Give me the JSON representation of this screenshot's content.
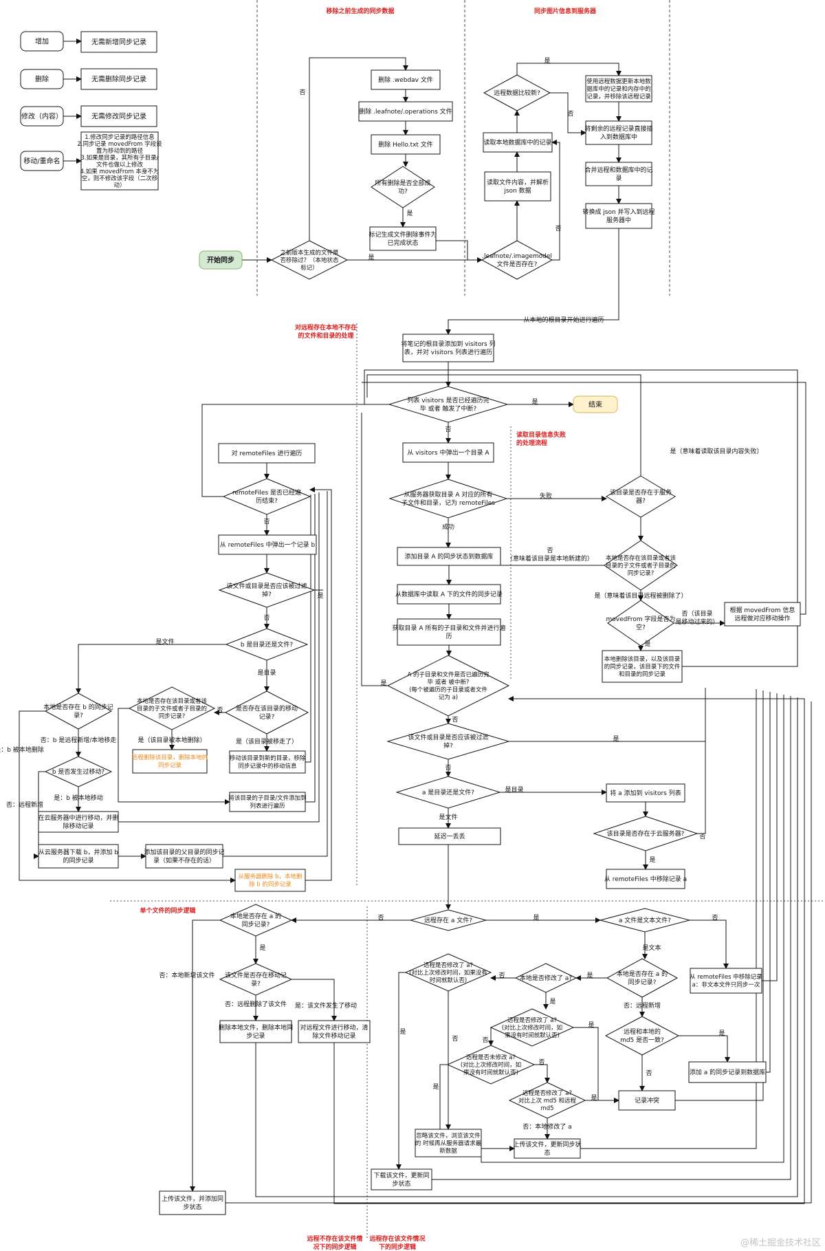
{
  "colors": {
    "line": "#111111",
    "red": "#d91f1f",
    "orange": "#e8891b",
    "start_fill": "#d5e8d4",
    "start_stroke": "#82b366",
    "end_fill": "#fff2cc",
    "end_stroke": "#d6b656"
  },
  "sections": {
    "remove_prev": "移除之前生成的同步数据",
    "sync_img": "同步图片信息到服务器",
    "remote_only": [
      "对远程存在本地不存在",
      "的文件和目录的处理"
    ],
    "read_fail": [
      "读取目录信息失败",
      "的处理流程"
    ],
    "single_file": "单个文件的同步逻辑",
    "bottom_left": [
      "远程不存在该文件情",
      "况下的同步逻辑"
    ],
    "bottom_right": [
      "远程存在该文件情况",
      "下的同步逻辑"
    ]
  },
  "legend": {
    "add": "增加",
    "add_r": "无需新增同步记录",
    "del": "删除",
    "del_r": "无需删除同步记录",
    "mod": "修改（内容）",
    "mod_r": "无需修改同步记录",
    "mv": "移动/重命名",
    "mv_r": [
      "1.修改同步记录的路径信息",
      "2.同步记录 movedFrom 字段设",
      "置为移动到的路径",
      "3.如果是目录，其所有子目录/",
      "文件也做以上修改",
      "4.如果 movedFrom 本身不为",
      "空，则不修改该字段（二次移",
      "动）"
    ]
  },
  "top": {
    "start": "开始同步",
    "old_cleared": [
      "之前版本生成的文件是",
      "否移除过？（本地状态",
      "标记）"
    ],
    "del_webdav": "删除 .webdav 文件",
    "del_ops": "删除 .leafnote/.operations 文件",
    "del_hello": "删除 Hello.txt 文件",
    "all_deleted": [
      "所有删除是否全部成",
      "功?"
    ],
    "mark_done": [
      "标记生成文件删除事件为",
      "已完成状态"
    ],
    "imagemodel_q": [
      ".leafnote/.imagemodel",
      "文件是否存在?"
    ],
    "read_file": [
      "读取文件内容，并解析",
      "json 数据"
    ],
    "read_local": "读取本地数据库中的记录",
    "remote_cmp": "远程数据比较新?",
    "use_remote": [
      "使用远程数据更新本地数",
      "据库中的记录和内存中的",
      "记录，并移除该远程记录"
    ],
    "insert_rest": [
      "将剩余的远程记录直接插",
      "入到数据库中"
    ],
    "merge": [
      "合并远程和数据库中的记",
      "录"
    ],
    "to_json": [
      "转换成 json 并写入到远程",
      "服务器中"
    ],
    "traverse_root": "从本地的根目录开始进行遍历"
  },
  "mid": {
    "add_root": [
      "将笔记的根目录添加到 visitors 列",
      "表，并对 visitors 列表进行遍历"
    ],
    "visitors_done": [
      "列表 visitors 是否已经遍历完",
      "毕 或者 触发了中断?"
    ],
    "end": "结束",
    "pop_dir": "从 visitors 中弹出一个目录 A",
    "fetch_remote": [
      "从服务器获取目录 A 对应的所有",
      "子文件和目录，记为 remoteFiles"
    ],
    "add_sync_a": "添加目录 A 的同步状态到数据库",
    "read_sync_a": "从数据库中读取 A 下的文件的同步记录",
    "get_children": [
      "获取目录 A 所有的子目录和文件并进行遍",
      "历"
    ],
    "children_done": [
      "A 的子目录和文件是否已遍历完",
      "毕 或者 被中断?",
      "(每个被遍历的子目录或者文件",
      "记为 a)"
    ],
    "filter_a": [
      "该文件或目录是否应该被过滤",
      "掉?"
    ],
    "a_is_dir": "a 是目录还是文件?",
    "add_visitors": "将 a 添加到 visitors 列表",
    "a_on_server": "该目录是否存在于云服务器?",
    "remove_remote_a": "从 remoteFiles 中移除记录 a",
    "delay_drop": "延迟一丢丢",
    "dir_on_server": [
      "该目录是否存在于服务",
      "器?"
    ],
    "local_has_rec": [
      "本地是否存在该目录或者该",
      "目录的子文件或者子目录的",
      "同步记录?"
    ],
    "moved_empty": [
      "movedFrom 字段是否为",
      "空?"
    ],
    "do_move": [
      "根据 movedFrom 信息",
      "远程做对应移动操作"
    ],
    "local_delete": [
      "本地删除该目录，以及该目录",
      "的同步记录，该目录下的文件",
      "和目录的同步记录"
    ]
  },
  "leftmid": {
    "traverse_rf": "对 remoteFiles 进行遍历",
    "rf_done": [
      "remoteFiles 是否已经遍",
      "历结束?"
    ],
    "pop_b": "从 remoteFiles 中弹出一个记录 b",
    "filter_b": [
      "该文件或目录是否应该被过滤",
      "掉?"
    ],
    "b_is_dir": "b 是目录还是文件?",
    "b_sync_rec": [
      "本地是否存在 b 的同步记",
      "录?"
    ],
    "b_moved": "b 是否发生过移动?",
    "cloud_move": [
      "在云服务器中进行移动，并删",
      "除移动记录"
    ],
    "download_b": [
      "从云服务器下载 b，并添加 b",
      "的同步记录"
    ],
    "add_parent": [
      "添加该目录的父目录的同步记",
      "录（如果不存在的话）"
    ],
    "delete_on_server": [
      "从服务器删除 b，本地删",
      "除 b 的同步记录"
    ],
    "dir_has_rec": [
      "本地是否存在该目录或者该",
      "目录的子文件或者子目录的",
      "同步记录?"
    ],
    "dir_move_rec": [
      "是否存在该目录的移动",
      "记录?"
    ],
    "remote_delete_dir": [
      "远程删除该目录，删除本地的",
      "同步记录"
    ],
    "move_dir": [
      "移动该目录到新的目录，移除",
      "同步记录中的移动信息"
    ],
    "add_children": [
      "将该目录的子目录/文件添加到",
      "列表进行遍历"
    ]
  },
  "bottom": {
    "remote_has_a": "远程存在 a 文件?",
    "local_has_a_rec": [
      "本地是否存在 a 的",
      "同步记录?"
    ],
    "move_rec": [
      "该文件是否存在移动记",
      "录?"
    ],
    "delete_local_file": [
      "删除本地文件，删除本地同",
      "步记录"
    ],
    "remote_move_file": [
      "对远程文件进行移动，清",
      "除文件移动记录"
    ],
    "upload_add": [
      "上传该文件，并添加同",
      "步状态"
    ],
    "is_text": "a 文件是文本文件?",
    "remove_non_text": [
      "从 remoteFiles 中移除记录",
      "a：非文本文件只同步一次"
    ],
    "local_rec_a2": [
      "本地是否存在 a 的",
      "同步记录?"
    ],
    "md5_same": [
      "远程和本地的",
      "md5 是否一致?"
    ],
    "add_sync_db": "添加 a 的同步记录到数据库",
    "local_modified": "本地是否修改了 a?",
    "remote_modified1": [
      "远程是否修改了 a?",
      "(对比上次修改时间，如果没有",
      "时间就默认否)"
    ],
    "remote_modified2": [
      "远程是否修改了 a?",
      "(对比上次修改时间，如",
      "果没有时间就默认否)"
    ],
    "remote_modified3": [
      "远程是否未修改 a?",
      "(对比上次修改时间，如",
      "果没有时间就默认否)"
    ],
    "remote_modified_md5": [
      "远程是否修改了 a?",
      "对比上次 md5 和远程",
      "md5"
    ],
    "record_conflict": "记录冲突",
    "ignore_file": [
      "忽略该文件，浏览该文件",
      "的 时候再从服务器请求最",
      "新数据"
    ],
    "upload_update": [
      "上传该文件，更新同步状",
      "态"
    ],
    "download_update": [
      "下载该文件，更新同",
      "步状态"
    ]
  },
  "edge_labels": {
    "yes": "是",
    "no": "否",
    "file": "是文件",
    "dir": "是目录",
    "is_dir": "是目录",
    "success": "成功",
    "fail": "失败",
    "is_file": "是文件",
    "text": "是文本",
    "no_local_new": [
      "否",
      "（意味着该目录是本地新建的）"
    ],
    "yes_read_fail": "是（意味着读取该目录内容失败）",
    "yes_remote_deleted": "是（意味着该目录远程被删除了）",
    "no_moved": [
      "否（该目录",
      "是移动过来的）"
    ],
    "yes_local_deleted": "是（该目录被本地删除）",
    "yes_dir_moved": "是（该目录被移走了）",
    "no_remote_new": "否：b 是远程新增/本地移走",
    "b_local_deleted": "是：b 被本地删除",
    "no_remote_add": "否：远程新增",
    "yes_b_moved": "是：b 被本地移动",
    "no_local_new_file": "否：本地新增该文件",
    "no_remote_deleted": "否：远程删除了该文件",
    "yes_file_moved": "是：该文件发生了移动",
    "no_remote_add2": "否：远程新增",
    "no_local_mod": "否：本地修改了 a"
  },
  "watermark": "@稀土掘金技术社区"
}
